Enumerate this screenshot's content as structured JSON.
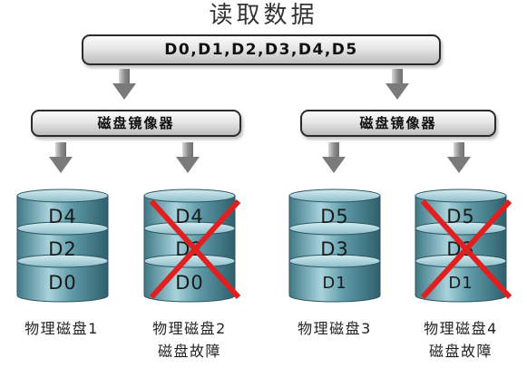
{
  "title": "读取数据",
  "data_bar": "D0,D1,D2,D3,D4,D5",
  "mirror_left": "磁盘镜像器",
  "mirror_right": "磁盘镜像器",
  "disks": [
    {
      "labels": [
        "D4",
        "D2",
        "D0"
      ],
      "caption": "物理磁盘1",
      "status": "",
      "failed": false
    },
    {
      "labels": [
        "D4",
        "D2",
        "D0"
      ],
      "caption": "物理磁盘2",
      "status": "磁盘故障",
      "failed": true
    },
    {
      "labels": [
        "D5",
        "D3",
        "D1"
      ],
      "caption": "物理磁盘3",
      "status": "",
      "failed": false
    },
    {
      "labels": [
        "D5",
        "D3",
        "D1"
      ],
      "caption": "物理磁盘4",
      "status": "磁盘故障",
      "failed": true
    }
  ],
  "colors": {
    "disk": "#5e9aa8",
    "disk_light": "#a9d3dc",
    "cross": "#e02020"
  }
}
